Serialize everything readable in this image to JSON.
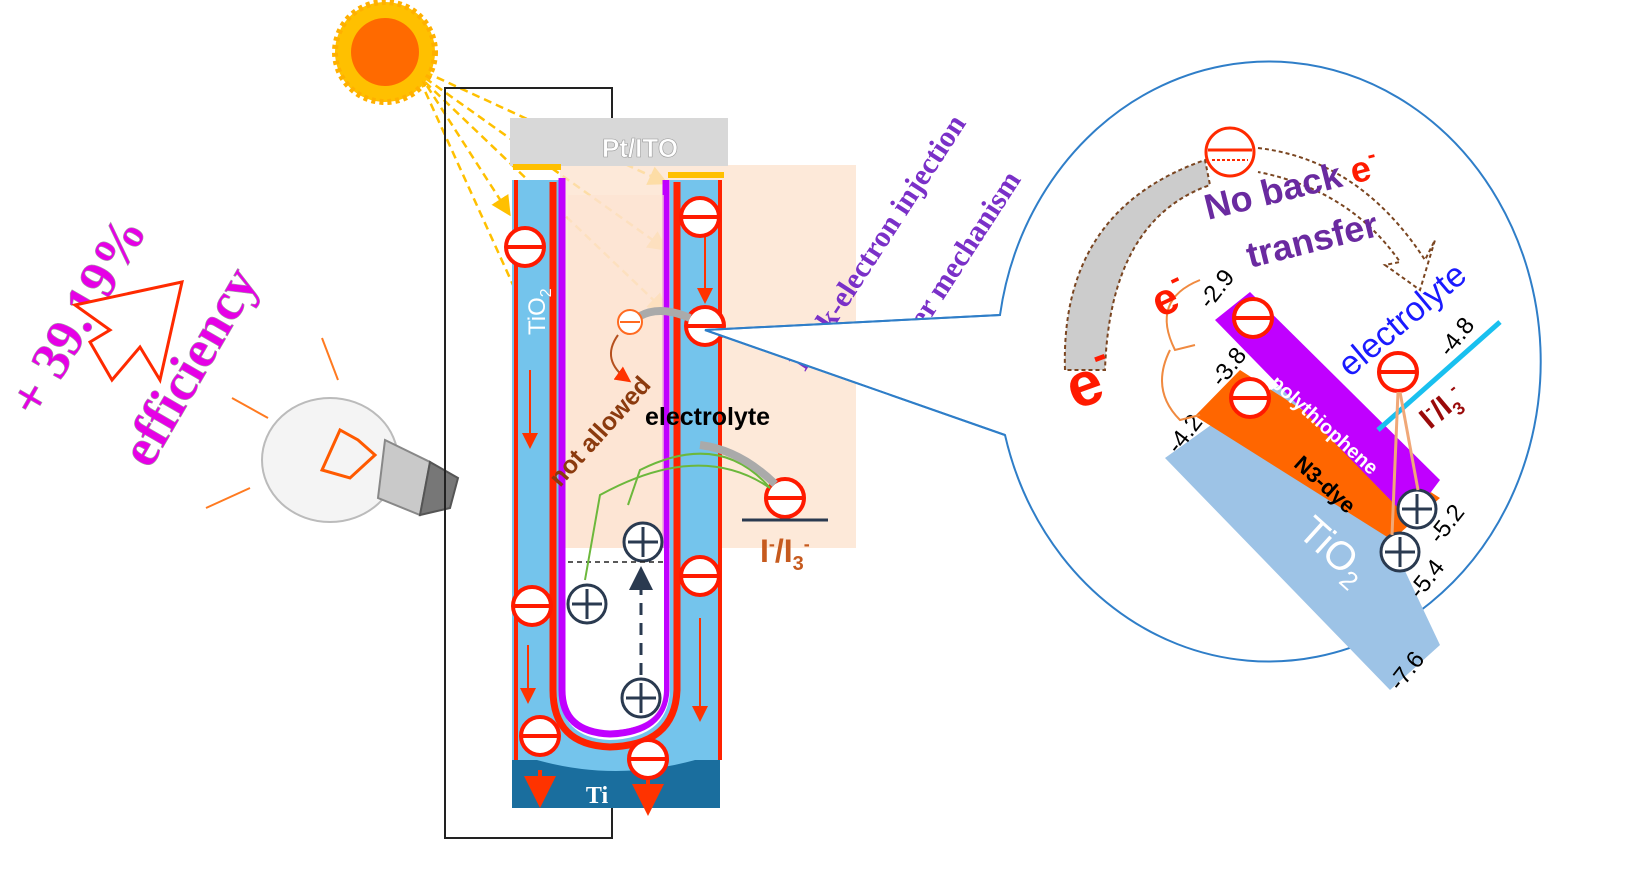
{
  "left": {
    "gain": "+ 39.19%",
    "efficiency": "efficiency"
  },
  "cell": {
    "top_electrode": "Pt/ITO",
    "bottom_electrode": "Ti",
    "tio2": "TiO",
    "tio2_sub": "2",
    "electrolyte": "electrolyte",
    "not_allowed": "not allowed",
    "redox": "I",
    "redox_sup": "-",
    "redox_mid": "/I",
    "redox_sub": "3",
    "redox_sup2": "-"
  },
  "mechanism": {
    "line1": "Back-electron injection",
    "line2": "barrier mechanism"
  },
  "inset": {
    "no_back": "No back ",
    "e": "e",
    "e_sup": "-",
    "transfer": "transfer",
    "electrolyte": "electrolyte",
    "polythiophene": "polythiophene",
    "dye": "N3-dye",
    "tio2": "TiO",
    "tio2_sub": "2",
    "redox": "I",
    "redox_sup": "-",
    "redox_mid": "/I",
    "redox_sub": "3",
    "redox_sup2": "-",
    "electron": "e",
    "electron_sup": "-",
    "levels": {
      "poly_lumo": "-2.9",
      "dye_lumo": "-3.8",
      "tio2_cb": "-4.2",
      "redox": "-4.8",
      "poly_homo": "-5.2",
      "dye_homo": "-5.4",
      "tio2_vb": "-7.6"
    }
  },
  "colors": {
    "magenta": "#e600e6",
    "purple": "#6a2aa0",
    "tio2": "#74c4ec",
    "red": "#ff2200",
    "ti": "#1a6e9e",
    "polythiophene": "#c000ff",
    "dye": "#ff6600",
    "electrolyte_line": "#19c0ef"
  }
}
